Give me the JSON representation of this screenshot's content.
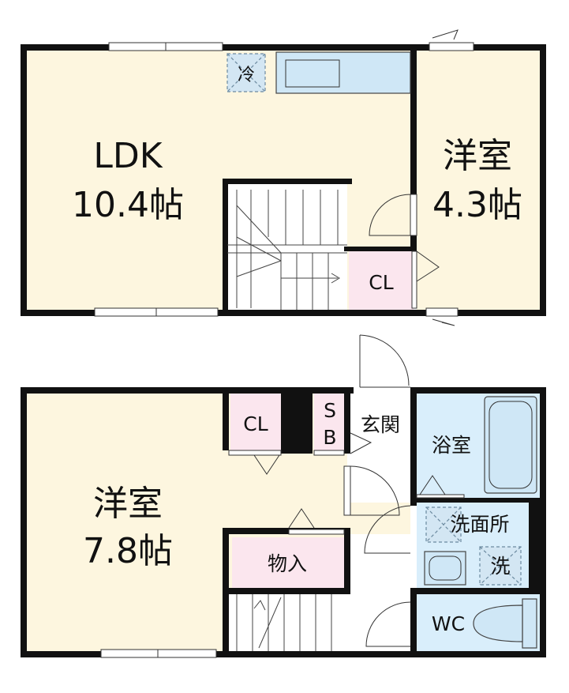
{
  "upper_floor": {
    "ldk": {
      "name": "LDK",
      "size": "10.4帖"
    },
    "western_room": {
      "name": "洋室",
      "size": "4.3帖"
    },
    "closet": "CL",
    "fridge": "冷"
  },
  "lower_floor": {
    "western_room": {
      "name": "洋室",
      "size": "7.8帖"
    },
    "closet": "CL",
    "shoe_box_s": "S",
    "shoe_box_b": "B",
    "entrance": "玄関",
    "bathroom": "浴室",
    "washroom": "洗面所",
    "washer": "洗",
    "storage": "物入",
    "toilet": "WC"
  },
  "colors": {
    "wall": "#111111",
    "room": "#fdf6df",
    "closet": "#fbe6ee",
    "wet_area": "#d9eefb"
  }
}
